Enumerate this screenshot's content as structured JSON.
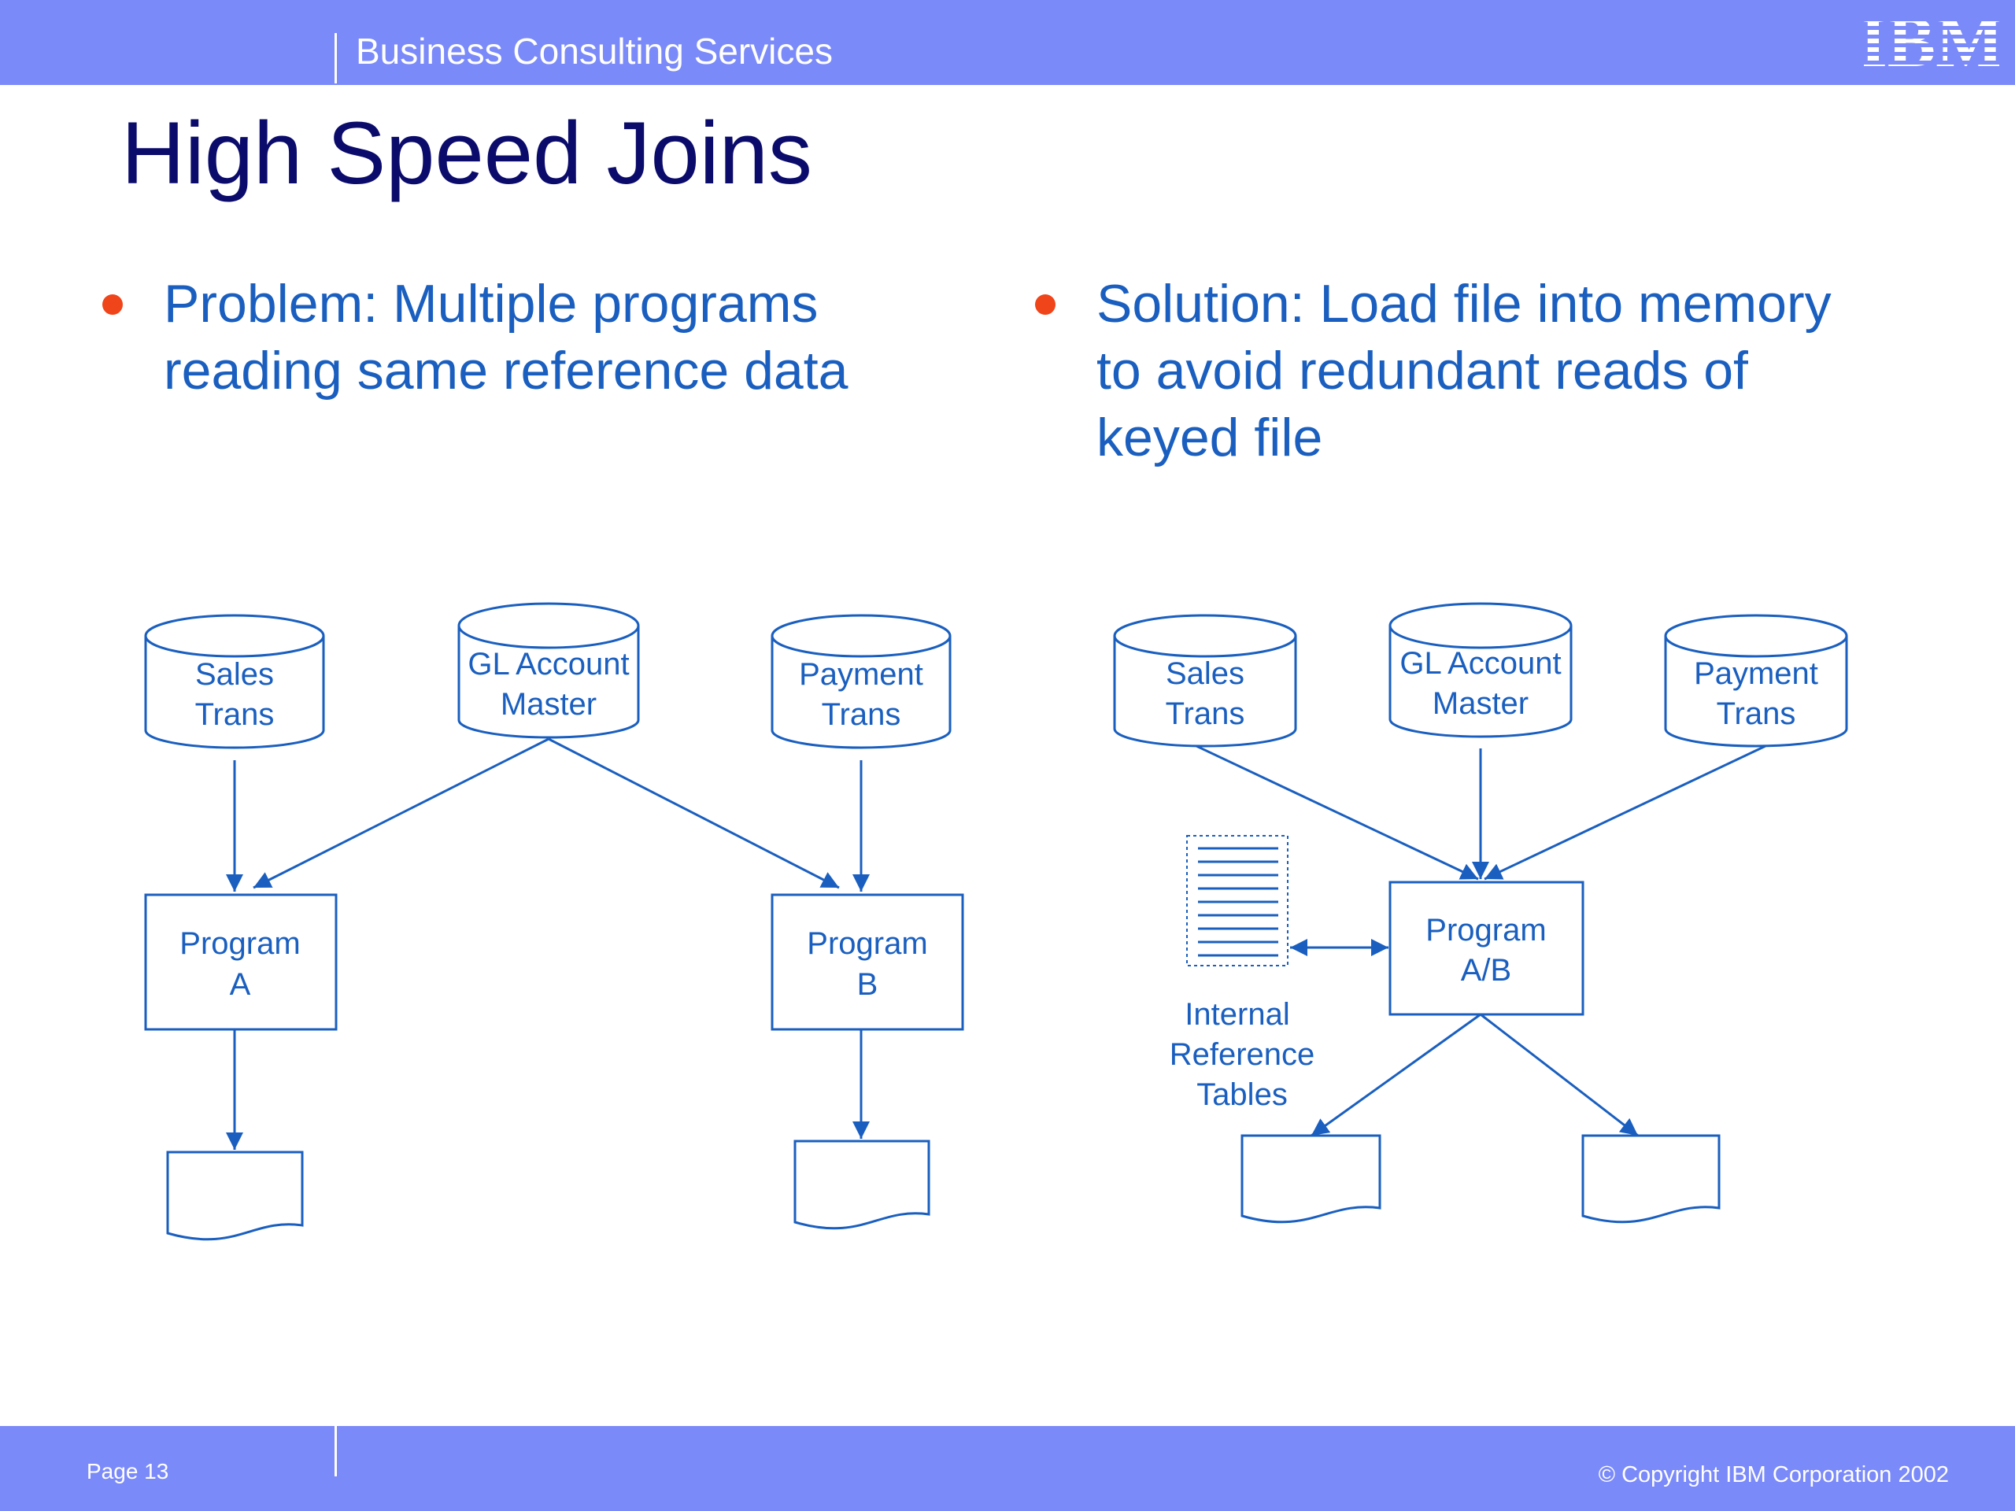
{
  "header": {
    "brand_title": "Business Consulting Services",
    "logo_text": "IBM"
  },
  "slide": {
    "title": "High Speed Joins",
    "bullets": [
      {
        "text": "Problem:  Multiple programs\nreading same reference data"
      },
      {
        "text": "Solution:  Load file into memory\nto avoid redundant reads of\nkeyed file"
      }
    ]
  },
  "diagram": {
    "problem": {
      "sales_trans": [
        "Sales",
        "Trans"
      ],
      "gl_account_master": [
        "GL Account",
        "Master"
      ],
      "payment_trans": [
        "Payment",
        "Trans"
      ],
      "program_a": [
        "Program",
        "A"
      ],
      "program_b": [
        "Program",
        "B"
      ]
    },
    "solution": {
      "sales_trans": [
        "Sales",
        "Trans"
      ],
      "gl_account_master": [
        "GL Account",
        "Master"
      ],
      "payment_trans": [
        "Payment",
        "Trans"
      ],
      "program_ab": [
        "Program",
        "A/B"
      ],
      "internal_reference_tables": [
        "Internal",
        "Reference",
        "Tables"
      ]
    }
  },
  "footer": {
    "page_label": "Page 13",
    "copyright": "© Copyright IBM Corporation 2002"
  },
  "colors": {
    "bar": "#7b8af9",
    "title": "#0b0b6b",
    "text": "#1a5fbf",
    "bullet": "#f0441a"
  }
}
